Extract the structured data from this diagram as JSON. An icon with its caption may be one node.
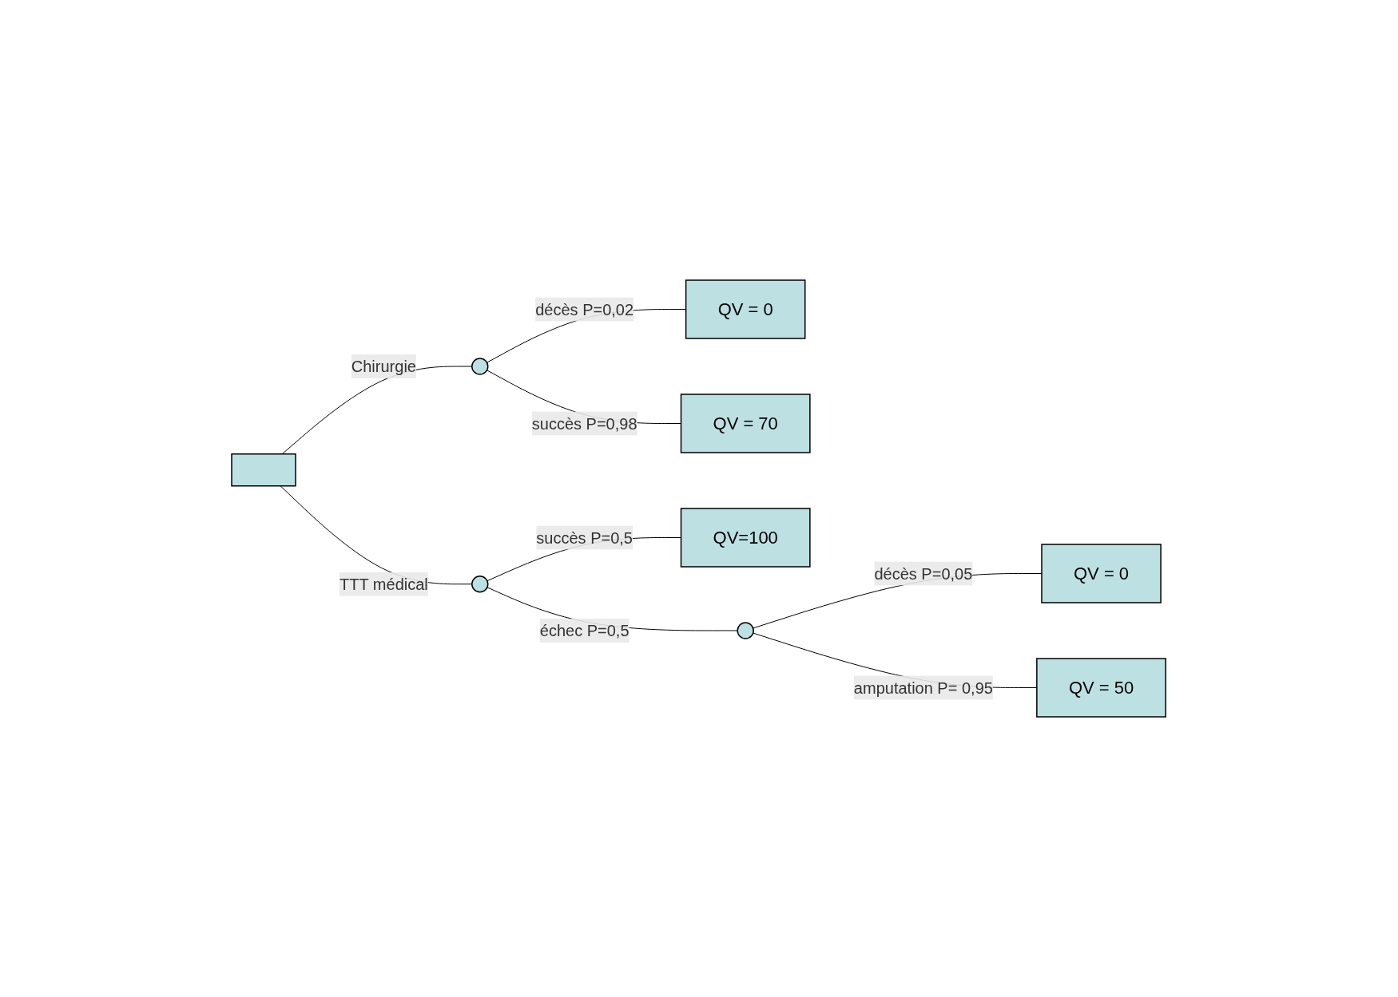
{
  "diagram": {
    "nodes": [
      {
        "text": [],
        "shape": "box"
      },
      {
        "text": [],
        "shape": "circle"
      },
      {
        "text": [
          "QV = 0"
        ]
      },
      {
        "text": [
          "QV = 70"
        ]
      },
      {
        "text": [],
        "shape": "circle"
      },
      {
        "text": [
          "QV=100"
        ]
      },
      {
        "text": [],
        "shape": "circle"
      },
      {
        "text": [
          "QV = 0"
        ]
      },
      {
        "text": [
          "QV = 50"
        ]
      }
    ],
    "edges": [
      {
        "from": 0,
        "to": 1,
        "arrow": "none",
        "label": "Chirurgie"
      },
      {
        "from": 0,
        "to": 4,
        "arrow": "none",
        "label": "TTT médical"
      },
      {
        "from": 1,
        "to": 2,
        "arrow": "none",
        "label": "décès P=0,02"
      },
      {
        "from": 1,
        "to": 3,
        "arrow": "none",
        "label": "succès P=0,98"
      },
      {
        "from": 4,
        "to": 5,
        "arrow": "none",
        "label": "succès P=0,5"
      },
      {
        "from": 4,
        "to": 6,
        "arrow": "none",
        "label": "échec P=0,5"
      },
      {
        "from": 6,
        "to": 7,
        "arrow": "none",
        "label": "décès P=0,05"
      },
      {
        "from": 6,
        "to": 8,
        "arrow": "none",
        "label": "amputation P= 0,95"
      }
    ]
  }
}
